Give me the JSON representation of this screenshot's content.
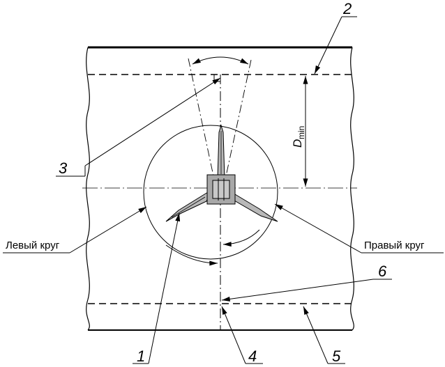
{
  "labels": {
    "left_circle": "Левый круг",
    "right_circle": "Правый круг",
    "dim_main": "D",
    "dim_sub": "min",
    "n1": "1",
    "n2": "2",
    "n3": "3",
    "n4": "4",
    "n5": "5",
    "n6": "6"
  }
}
